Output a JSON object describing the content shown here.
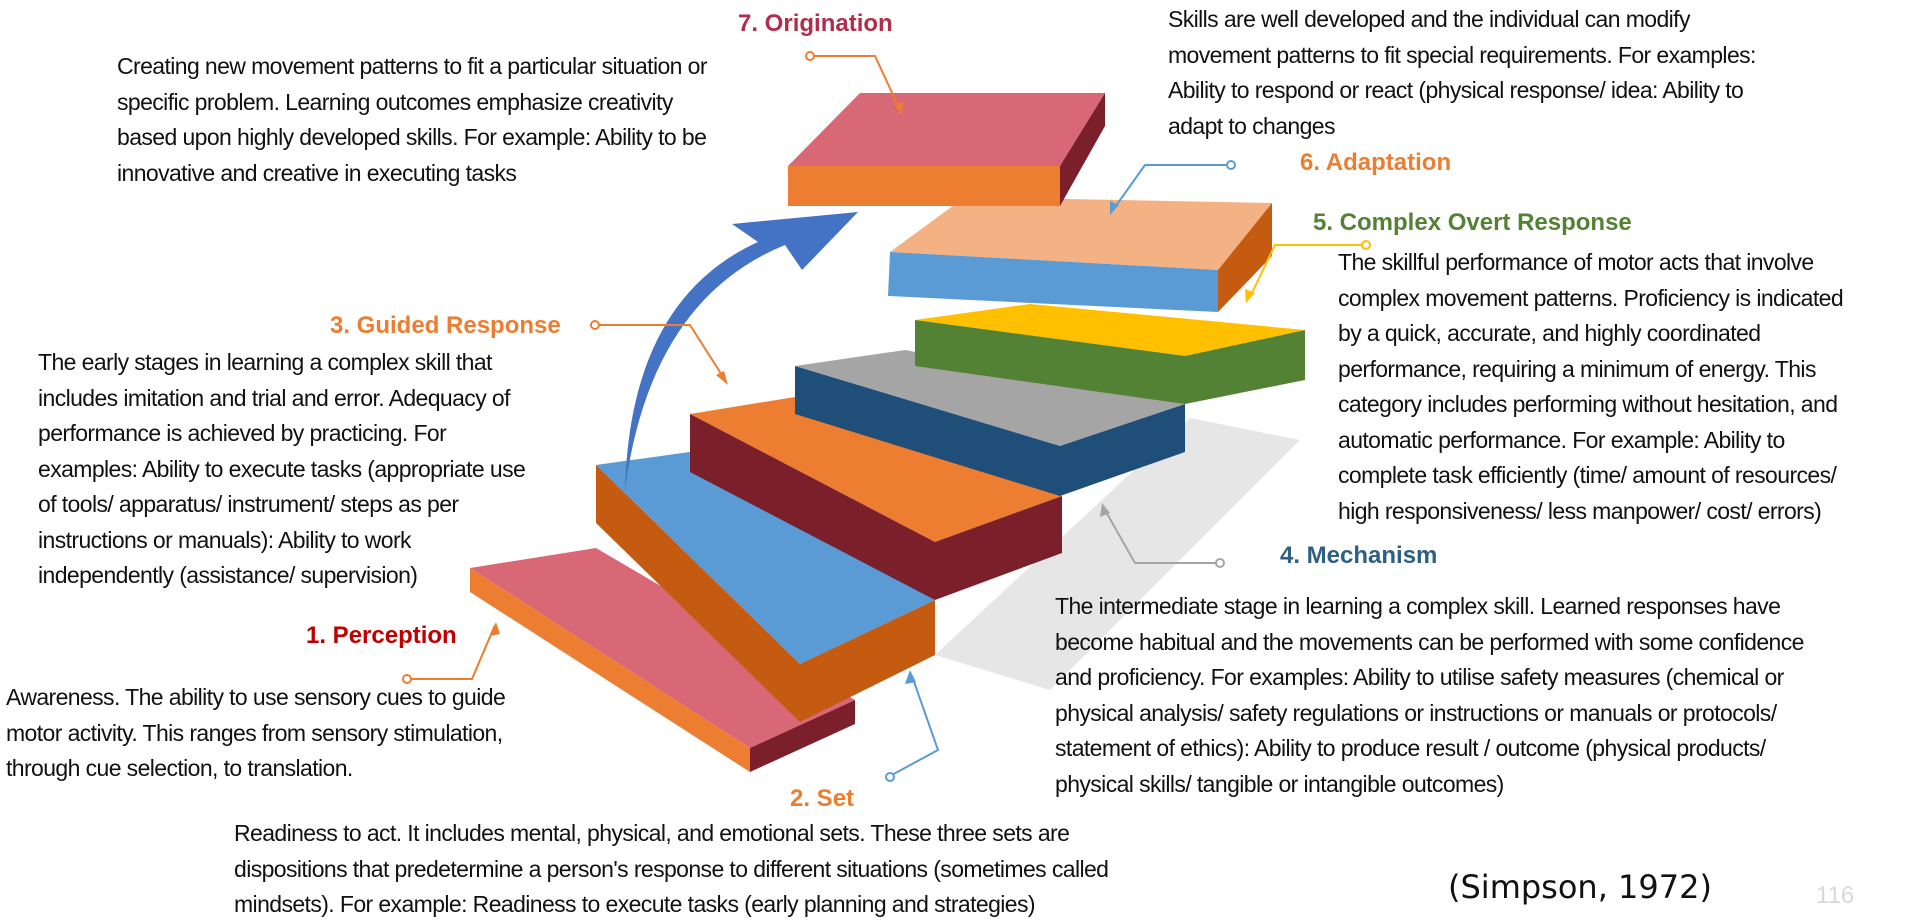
{
  "colors": {
    "perception": "#c00000",
    "set": "#ed7d31",
    "guided_response": "#ed7d31",
    "mechanism": "#2e6083",
    "complex_overt_response": "#548235",
    "adaptation": "#ed7d31",
    "origination": "#b22d4d",
    "description_text": "#111111",
    "page_number": "#d9d9d9"
  },
  "levels": [
    {
      "id": "perception",
      "title": "1. Perception",
      "lines": [
        "Awareness. The ability to use sensory cues to guide",
        "motor activity.   This ranges from sensory stimulation,",
        "through cue selection, to translation."
      ]
    },
    {
      "id": "set",
      "title": "2. Set",
      "lines": [
        "Readiness to act. It includes mental, physical, and emotional sets. These three sets are",
        "dispositions that predetermine a person's response to different situations (sometimes called",
        "mindsets). For example: Readiness to execute tasks (early planning and strategies)"
      ]
    },
    {
      "id": "guided_response",
      "title": "3. Guided Response",
      "lines": [
        "The early stages in learning a complex skill that",
        "includes imitation and trial and error. Adequacy of",
        "performance is achieved by practicing. For",
        "examples: Ability to  execute tasks (appropriate use",
        "of tools/ apparatus/ instrument/ steps as per",
        "instructions or manuals): Ability to  work",
        "independently (assistance/ supervision)"
      ]
    },
    {
      "id": "mechanism",
      "title": "4. Mechanism",
      "lines": [
        "The intermediate stage in learning a complex skill. Learned responses have",
        "become habitual and the movements can be performed with some confidence",
        "and proficiency. For examples: Ability to utilise safety measures (chemical or",
        "physical analysis/ safety regulations or instructions or manuals or protocols/",
        "statement of ethics): Ability to  produce result / outcome (physical products/",
        "physical skills/ tangible or intangible outcomes)"
      ]
    },
    {
      "id": "complex_overt_response",
      "title": "5. Complex Overt Response",
      "lines": [
        "The skillful performance of motor acts that involve",
        "complex movement patterns. Proficiency is indicated",
        "by a quick, accurate, and highly coordinated",
        "performance, requiring a minimum of energy. This",
        "category includes performing without hesitation, and",
        "automatic performance. For example: Ability to",
        "complete task efficiently (time/ amount of resources/",
        "high responsiveness/ less manpower/ cost/ errors)"
      ]
    },
    {
      "id": "adaptation",
      "title": "6. Adaptation",
      "lines": [
        "Skills are well developed and the individual can modify",
        "movement patterns to fit special requirements. For examples:",
        "Ability to respond or react (physical response/ idea: Ability to",
        "adapt to changes"
      ]
    },
    {
      "id": "origination",
      "title": "7. Origination",
      "lines": [
        "Creating new movement patterns to fit a particular situation or",
        "specific problem. Learning outcomes emphasize creativity",
        "based upon highly developed skills. For example: Ability to be",
        "innovative and creative in executing tasks"
      ]
    }
  ],
  "citation": "(Simpson, 1972)",
  "page_number": "116"
}
